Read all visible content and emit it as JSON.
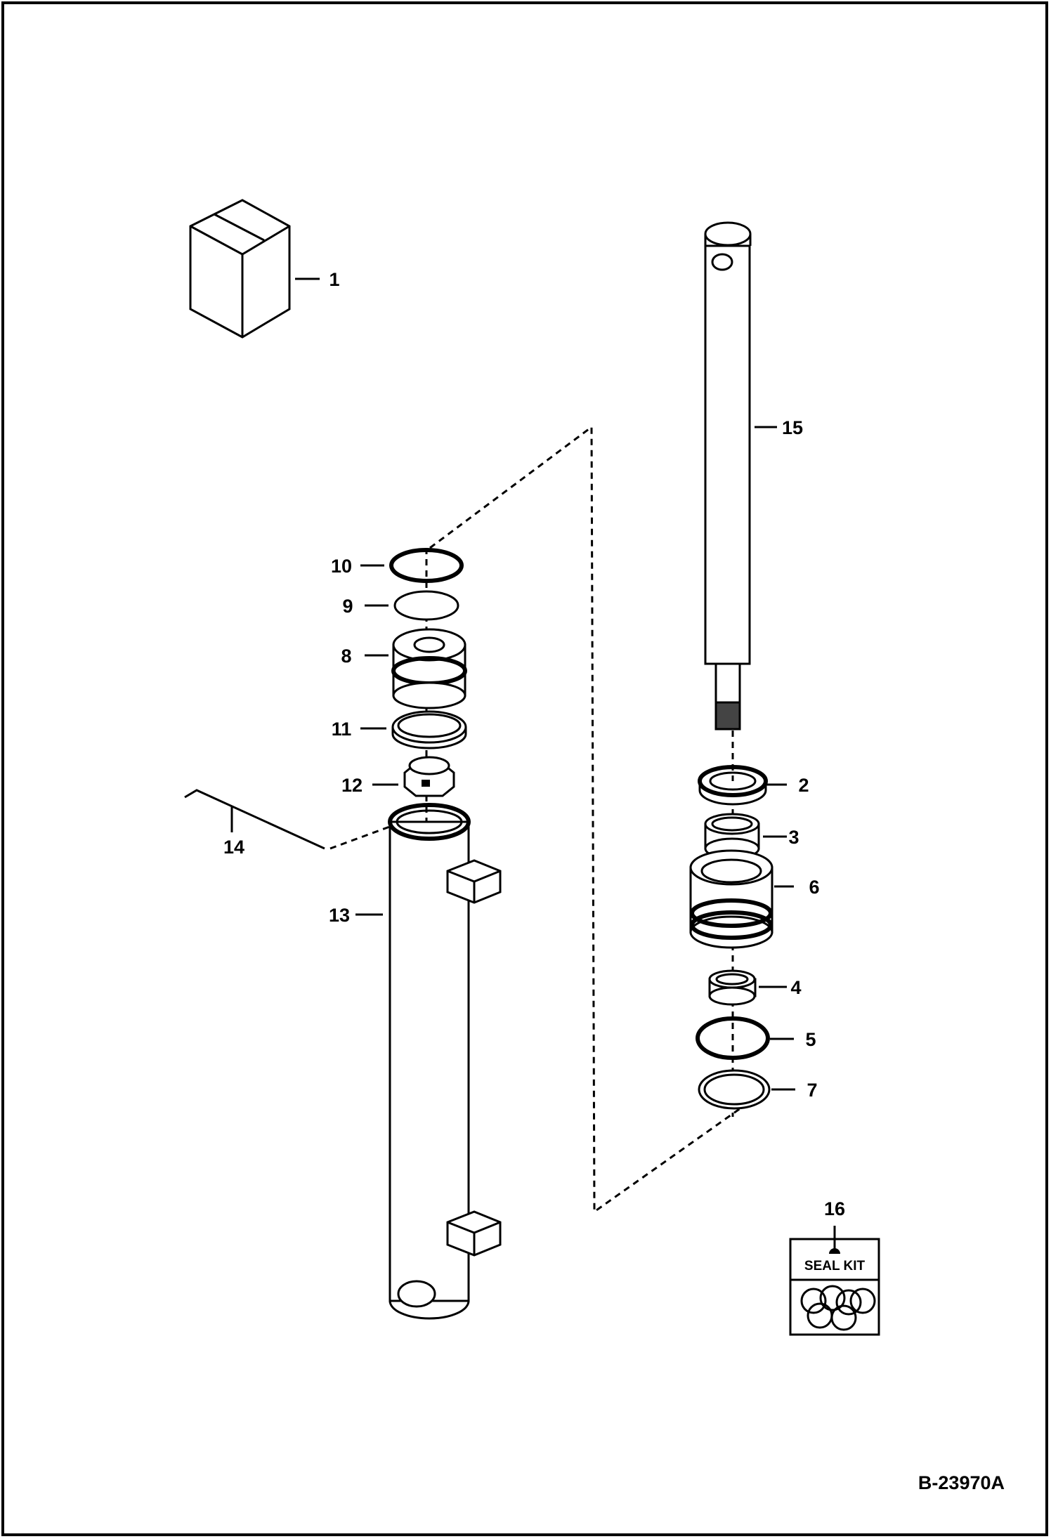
{
  "figure_id": "B-23970A",
  "seal_kit_text": "SEAL KIT",
  "callouts": [
    {
      "num": "1",
      "part": "box"
    },
    {
      "num": "2",
      "part": "wiper-seal"
    },
    {
      "num": "3",
      "part": "rod-bushing"
    },
    {
      "num": "4",
      "part": "bushing"
    },
    {
      "num": "5",
      "part": "o-ring"
    },
    {
      "num": "6",
      "part": "gland"
    },
    {
      "num": "7",
      "part": "backup-ring"
    },
    {
      "num": "8",
      "part": "piston"
    },
    {
      "num": "9",
      "part": "seal-ring"
    },
    {
      "num": "10",
      "part": "o-ring"
    },
    {
      "num": "11",
      "part": "wear-ring"
    },
    {
      "num": "12",
      "part": "nut"
    },
    {
      "num": "13",
      "part": "barrel"
    },
    {
      "num": "14",
      "part": "wrench"
    },
    {
      "num": "15",
      "part": "rod"
    },
    {
      "num": "16",
      "part": "seal-kit"
    }
  ]
}
